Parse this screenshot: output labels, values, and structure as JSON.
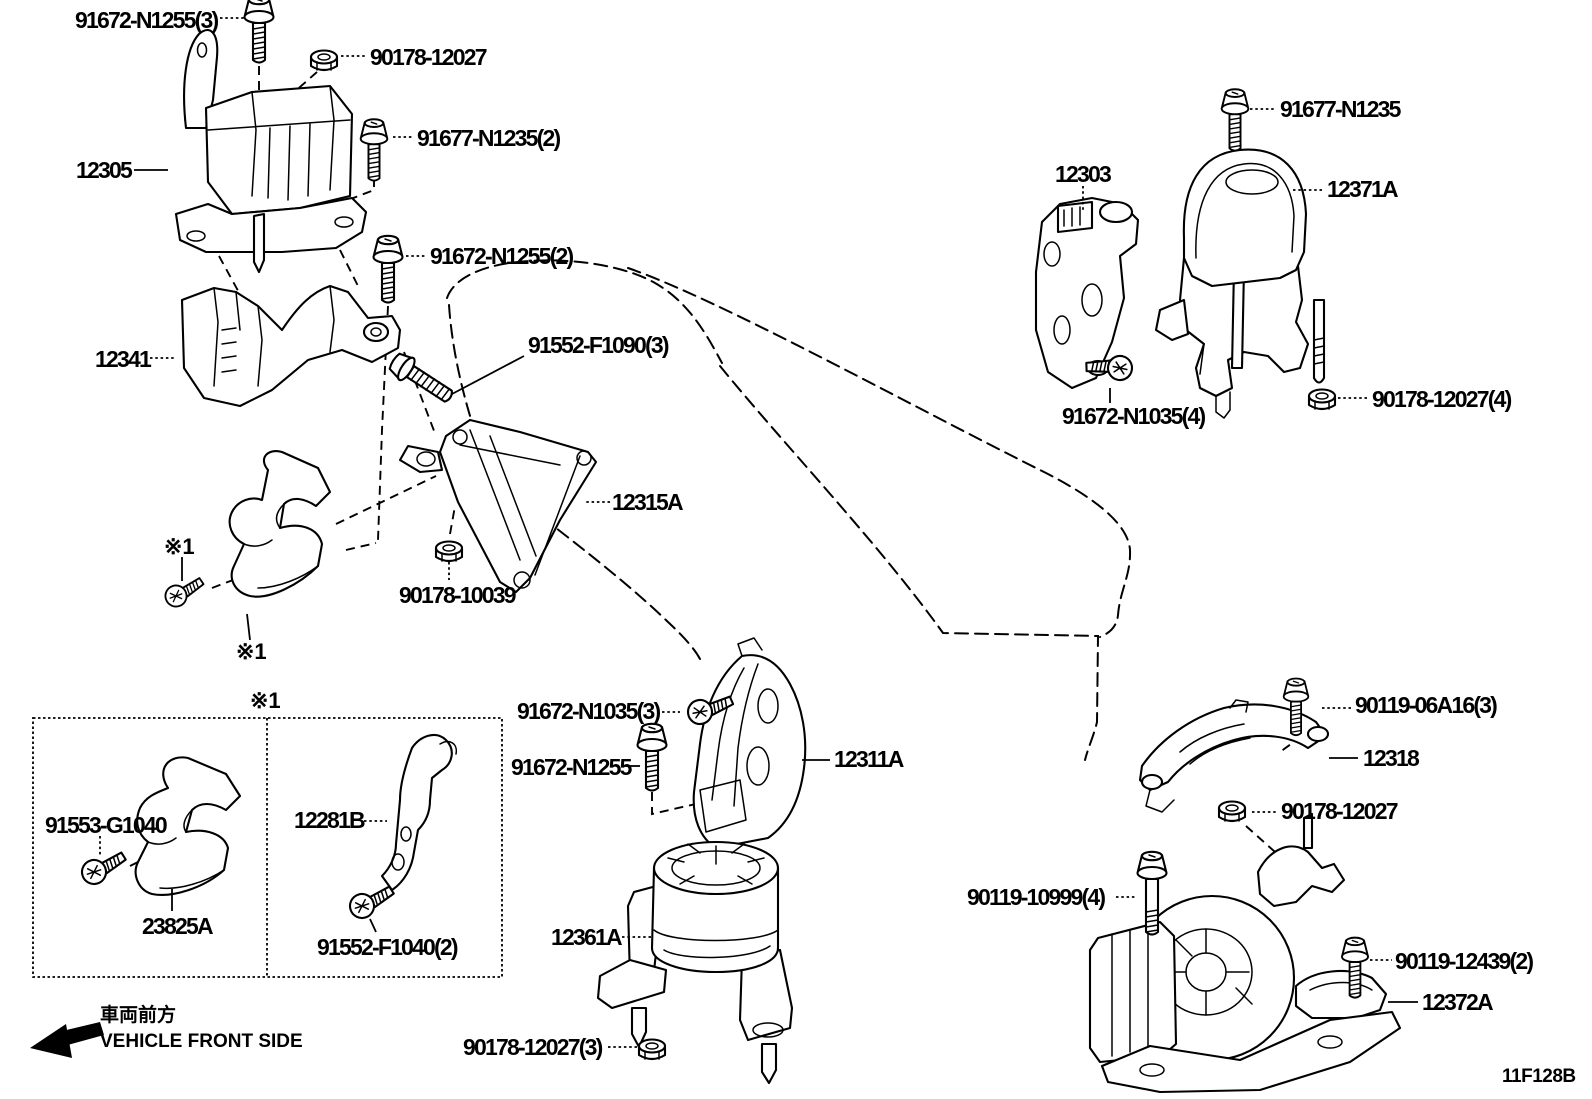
{
  "callouts": {
    "bolt_91672_N1255_3": "91672-N1255(3)",
    "nut_90178_12027_top": "90178-12027",
    "bolt_91677_N1235_2": "91677-N1235(2)",
    "p_12305": "12305",
    "bolt_91672_N1255_2": "91672-N1255(2)",
    "p_12341": "12341",
    "bolt_91552_F1090_3": "91552-F1090(3)",
    "p_12315A": "12315A",
    "nut_90178_10039": "90178-10039",
    "screw_91553_G1040": "91553-G1040",
    "p_23825A": "23825A",
    "p_12281B": "12281B",
    "bolt_91552_F1040_2": "91552-F1040(2)",
    "bolt_91672_N1035_3": "91672-N1035(3)",
    "bolt_91672_N1255": "91672-N1255",
    "p_12311A": "12311A",
    "p_12361A": "12361A",
    "nut_90178_12027_3": "90178-12027(3)",
    "bolt_91677_N1235": "91677-N1235",
    "p_12303": "12303",
    "p_12371A": "12371A",
    "bolt_91672_N1035_4": "91672-N1035(4)",
    "nut_90178_12027_4": "90178-12027(4)",
    "bolt_90119_06A16_3": "90119-06A16(3)",
    "p_12318": "12318",
    "nut_90178_12027_right": "90178-12027",
    "bolt_90119_10999_4": "90119-10999(4)",
    "bolt_90119_12439_2": "90119-12439(2)",
    "p_12372A": "12372A"
  },
  "notes": {
    "ref_marker_1": "※1",
    "ref_marker_2": "※1",
    "ref_marker_box": "※1",
    "front_side_jp": "車両前方",
    "front_side_en": "VEHICLE FRONT SIDE",
    "figure_code": "11F128B"
  }
}
